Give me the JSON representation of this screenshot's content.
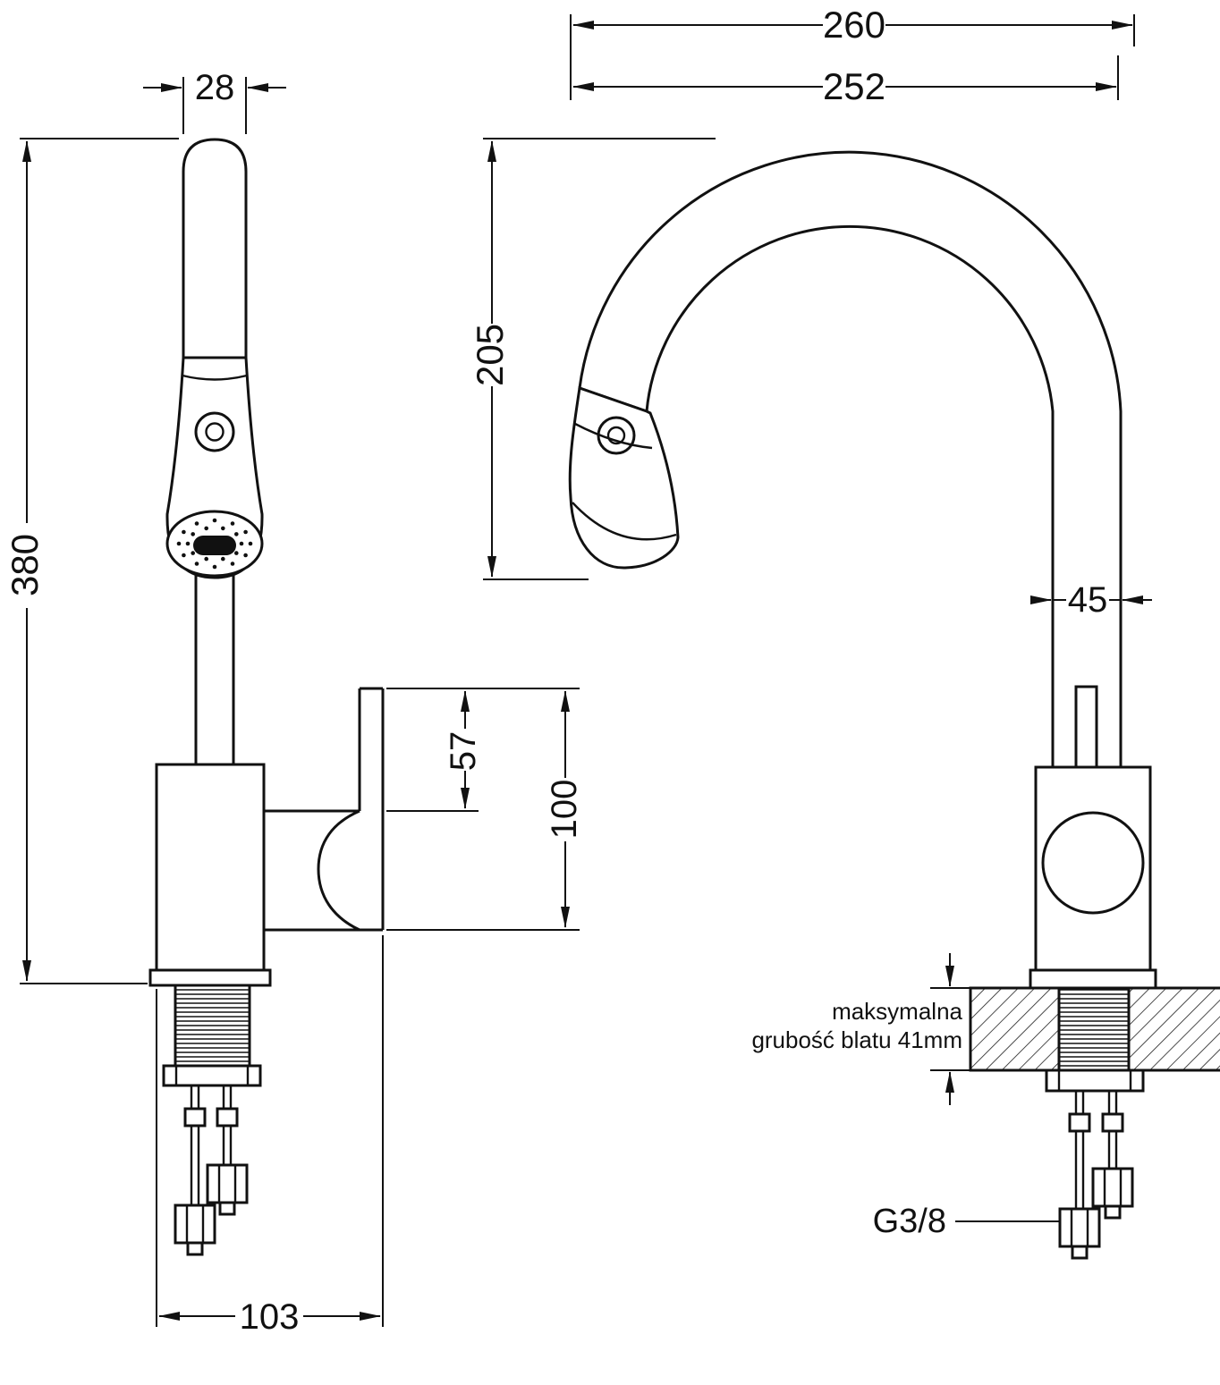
{
  "drawing": {
    "front_view": {
      "dim_spout_width": "28",
      "dim_total_height": "380",
      "dim_lever": "57",
      "dim_handle": "100",
      "dim_base_depth": "103"
    },
    "side_view": {
      "dim_overall_reach": "260",
      "dim_spout_reach": "252",
      "dim_spout_height": "205",
      "dim_column_width": "45",
      "counter_note_line1": "maksymalna",
      "counter_note_line2": "grubość blatu 41mm",
      "connection_thread": "G3/8"
    }
  }
}
